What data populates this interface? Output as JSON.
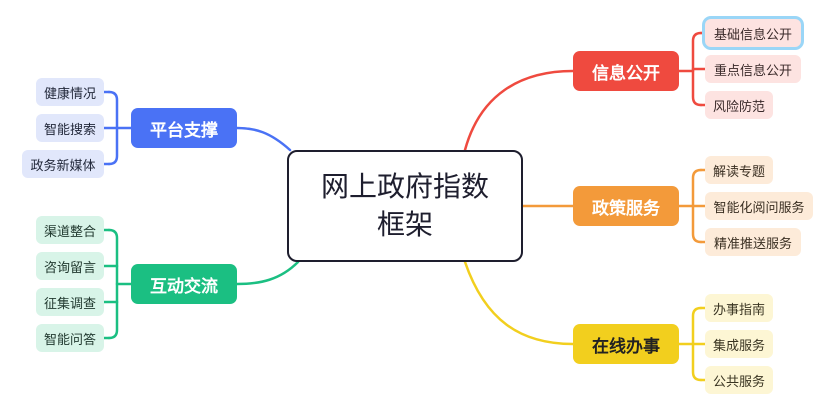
{
  "title_line1": "网上政府指数",
  "title_line2": "框架",
  "branches": [
    {
      "label": "信息公开",
      "color": "#ef4a3f",
      "leaf_bg": "#fde3e1",
      "leaf_text": "#3a2a2a",
      "items": [
        "基础信息公开",
        "重点信息公开",
        "风险防范"
      ],
      "selected_item": 0
    },
    {
      "label": "政策服务",
      "color": "#f39a3a",
      "leaf_bg": "#fdebd9",
      "leaf_text": "#3a2f22",
      "items": [
        "解读专题",
        "智能化阅问服务",
        "精准推送服务"
      ]
    },
    {
      "label": "在线办事",
      "color": "#f2cf1e",
      "leaf_bg": "#fdf6d4",
      "leaf_text": "#3a3522",
      "items": [
        "办事指南",
        "集成服务",
        "公共服务"
      ]
    },
    {
      "label": "平台支撑",
      "color": "#4a72f5",
      "leaf_bg": "#e1e7fb",
      "leaf_text": "#22283a",
      "items": [
        "健康情况",
        "智能搜索",
        "政务新媒体"
      ]
    },
    {
      "label": "互动交流",
      "color": "#1bbf82",
      "leaf_bg": "#d8f4e8",
      "leaf_text": "#223a30",
      "items": [
        "渠道整合",
        "咨询留言",
        "征集调查",
        "智能问答"
      ]
    }
  ]
}
